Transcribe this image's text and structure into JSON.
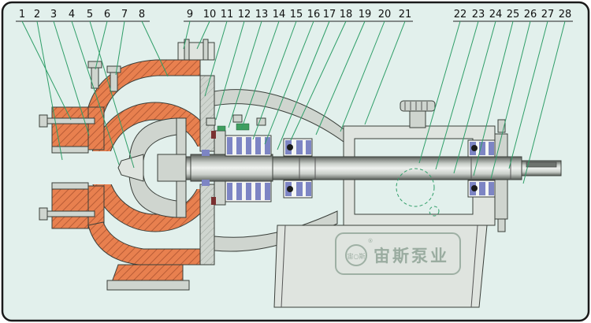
{
  "callouts": [
    "1",
    "2",
    "3",
    "4",
    "5",
    "6",
    "7",
    "8",
    "9",
    "10",
    "11",
    "12",
    "13",
    "14",
    "15",
    "16",
    "17",
    "18",
    "19",
    "20",
    "21",
    "22",
    "23",
    "24",
    "25",
    "26",
    "27",
    "28"
  ],
  "watermark": {
    "brand_text": "宙斯泵业",
    "emblem_text": "宙○斯",
    "registered_mark": "®"
  },
  "colors": {
    "background": "#e2f0ec",
    "frame": "#1a1a1a",
    "casing_orange": "#e8804f",
    "casing_hatch": "#b85c36",
    "metal_gray": "#cfd5cf",
    "metal_light": "#dfe4df",
    "outline": "#3a3f3a",
    "leader_green": "#2f9e68",
    "bearing_blue": "#7d85c4",
    "seal_green": "#3f9e5f",
    "seal_maroon": "#7a3030",
    "watermark_gray": "#93a79a",
    "shaft_dark": "#5a5f5a",
    "shaft_mid": "#c9cec9",
    "shaft_light": "#eef1ee"
  }
}
